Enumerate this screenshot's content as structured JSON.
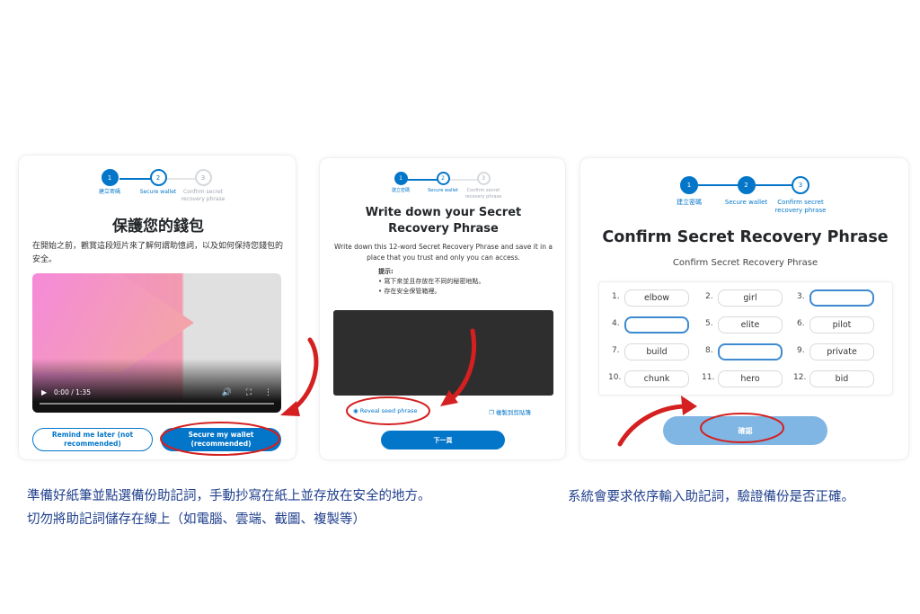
{
  "steps": {
    "s1": "建立密碼",
    "s2": "Secure wallet",
    "s3": "Confirm secret recovery phrase"
  },
  "panel1": {
    "title": "保護您的錢包",
    "desc": "在開始之前，觀賞這段短片來了解何謂助憶詞，以及如何保持您錢包的安全。",
    "video_time": "0:00 / 1:35",
    "remind_button": "Remind me later (not recommended)",
    "secure_button": "Secure my wallet (recommended)"
  },
  "panel2": {
    "title": "Write down your Secret Recovery Phrase",
    "desc": "Write down this 12-word Secret Recovery Phrase and save it in a place that you trust and only you can access.",
    "tips_label": "提示:",
    "tips": [
      "寫下來並且存放在不同的秘密地點。",
      "存在安全保管箱裡。"
    ],
    "reveal": "Reveal seed phrase",
    "copy": "複製到剪貼簿",
    "next_button": "下一頁"
  },
  "panel3": {
    "title": "Confirm Secret Recovery Phrase",
    "subtitle": "Confirm Secret Recovery Phrase",
    "words": [
      {
        "n": "1.",
        "w": "elbow"
      },
      {
        "n": "2.",
        "w": "girl"
      },
      {
        "n": "3.",
        "w": ""
      },
      {
        "n": "4.",
        "w": ""
      },
      {
        "n": "5.",
        "w": "elite"
      },
      {
        "n": "6.",
        "w": "pilot"
      },
      {
        "n": "7.",
        "w": "build"
      },
      {
        "n": "8.",
        "w": ""
      },
      {
        "n": "9.",
        "w": "private"
      },
      {
        "n": "10.",
        "w": "chunk"
      },
      {
        "n": "11.",
        "w": "hero"
      },
      {
        "n": "12.",
        "w": "bid"
      }
    ],
    "confirm_button": "確認"
  },
  "captions": {
    "left1": "準備好紙筆並點選備份助記詞，手動抄寫在紙上並存放在安全的地方。",
    "left2": "切勿將助記詞儲存在線上（如電腦、雲端、截圖、複製等）",
    "right": "系統會要求依序輸入助記詞，驗證備份是否正確。"
  },
  "colors": {
    "accent": "#0376c9",
    "annotation": "#d42020",
    "caption": "#1f3f8c"
  }
}
